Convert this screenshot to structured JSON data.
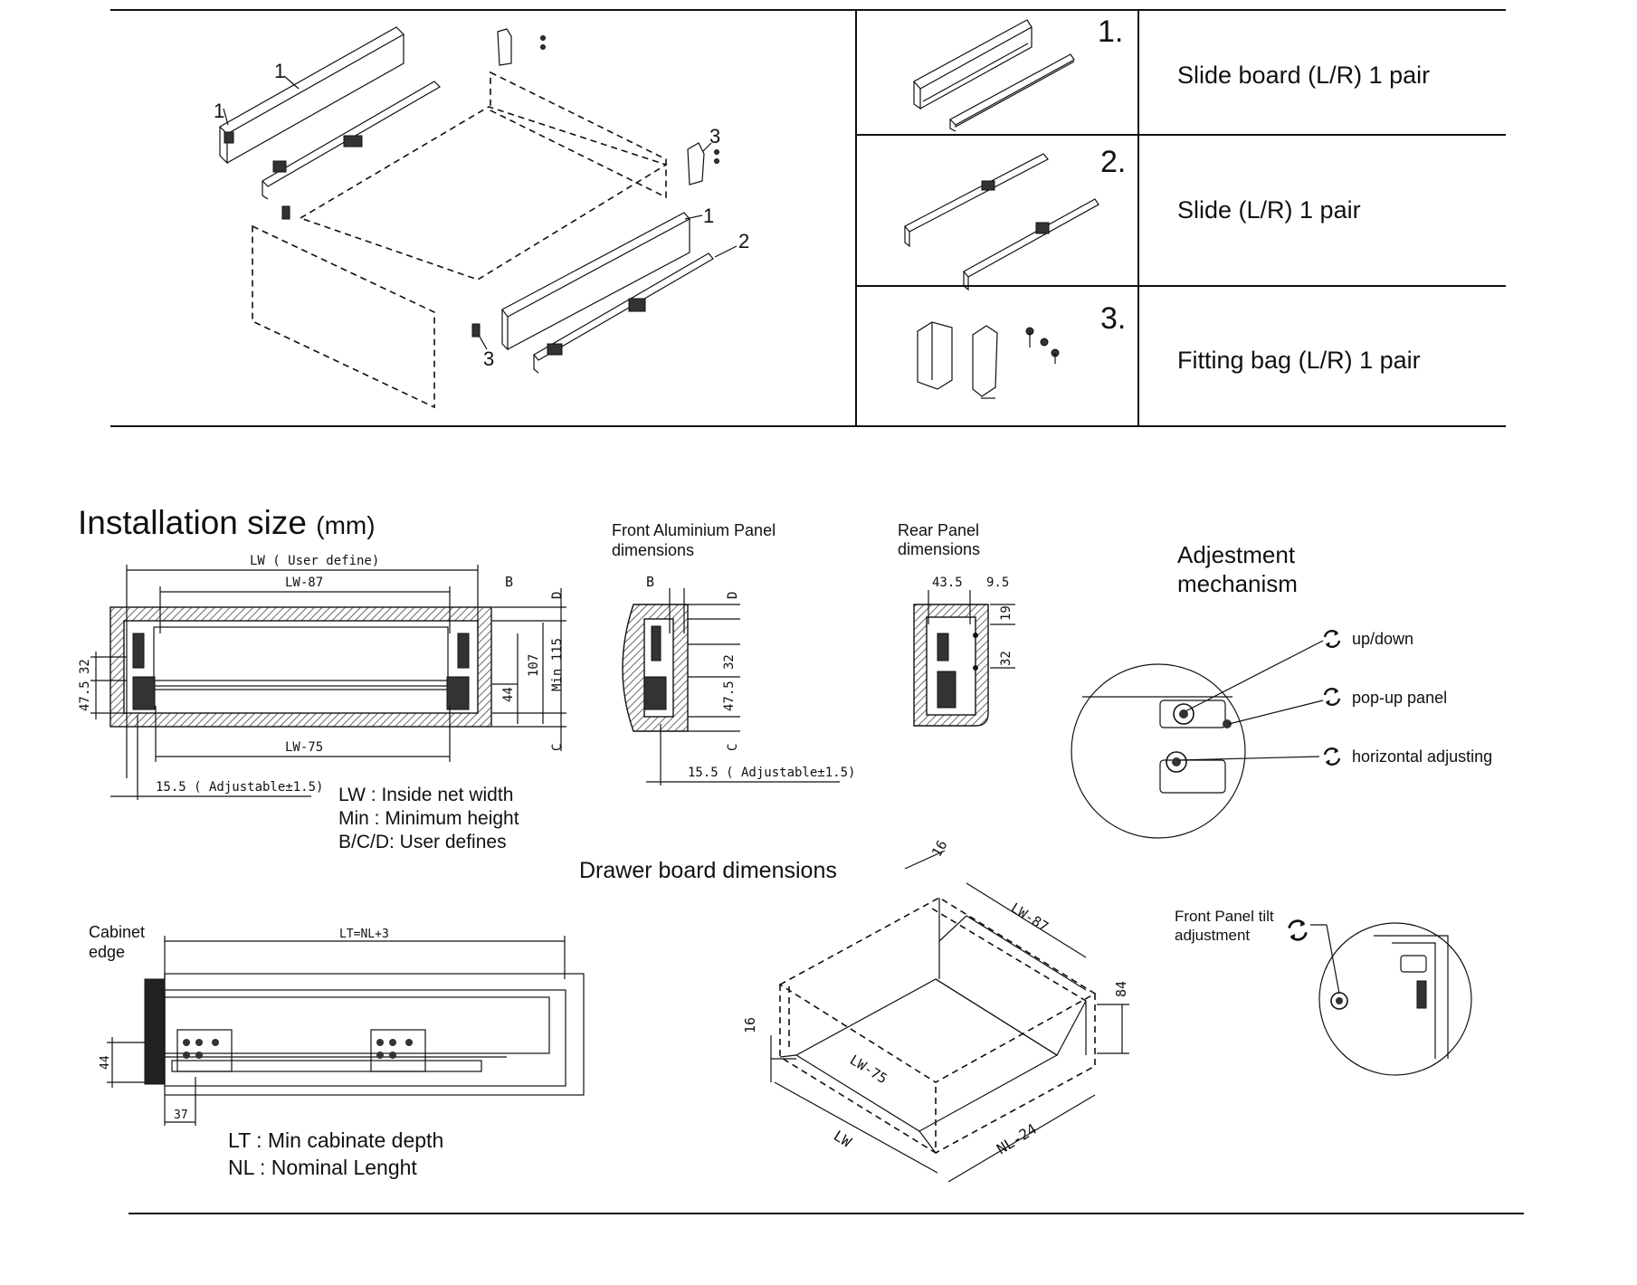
{
  "parts": [
    {
      "number": "1.",
      "label": "Slide board (L/R) 1 pair"
    },
    {
      "number": "2.",
      "label": "Slide (L/R) 1 pair"
    },
    {
      "number": "3.",
      "label": "Fitting bag (L/R) 1 pair"
    }
  ],
  "exploded_callouts": [
    "1",
    "1",
    "1",
    "2",
    "3",
    "3"
  ],
  "installation": {
    "title": "Installation size",
    "unit": "(mm)",
    "front_view": {
      "lw_user_define": "LW ( User define)",
      "lw_87": "LW-87",
      "lw_75": "LW-75",
      "b": "B",
      "c": "C",
      "d": "D",
      "dim_32": "32",
      "dim_47_5": "47.5",
      "dim_44": "44",
      "dim_107": "107",
      "min_115": "Min 115",
      "adjustable": "15.5 ( Adjustable±1.5)"
    },
    "legend": [
      "LW : Inside net width",
      "Min : Minimum height",
      "B/C/D: User defines"
    ]
  },
  "front_panel": {
    "title_line1": "Front Aluminium Panel",
    "title_line2": "dimensions",
    "b": "B",
    "d": "D",
    "c": "C",
    "dim_32": "32",
    "dim_47_5": "47.5",
    "adjustable": "15.5 ( Adjustable±1.5)"
  },
  "rear_panel": {
    "title_line1": "Rear Panel",
    "title_line2": "dimensions",
    "dim_43_5": "43.5",
    "dim_9_5": "9.5",
    "dim_19": "19",
    "dim_32": "32"
  },
  "adjustment": {
    "title_line1": "Adjestment",
    "title_line2": "mechanism",
    "items": [
      "up/down",
      "pop-up panel",
      "horizontal adjusting"
    ]
  },
  "side_view": {
    "cabinet_line1": "Cabinet",
    "cabinet_line2": "edge",
    "lt": "LT=NL+3",
    "dim_44": "44",
    "dim_37": "37",
    "legend": [
      "LT : Min cabinate depth",
      "NL : Nominal Lenght"
    ]
  },
  "drawer_board": {
    "title": "Drawer board dimensions",
    "dim_16_top": "16",
    "dim_16_left": "16",
    "lw_87": "LW-87",
    "dim_84": "84",
    "lw_75": "LW-75",
    "lw": "LW",
    "nl_24": "NL-24"
  },
  "tilt": {
    "line1": "Front Panel tilt",
    "line2": "adjustment"
  },
  "icons": {
    "rotate": "rotate-arrows-icon"
  }
}
